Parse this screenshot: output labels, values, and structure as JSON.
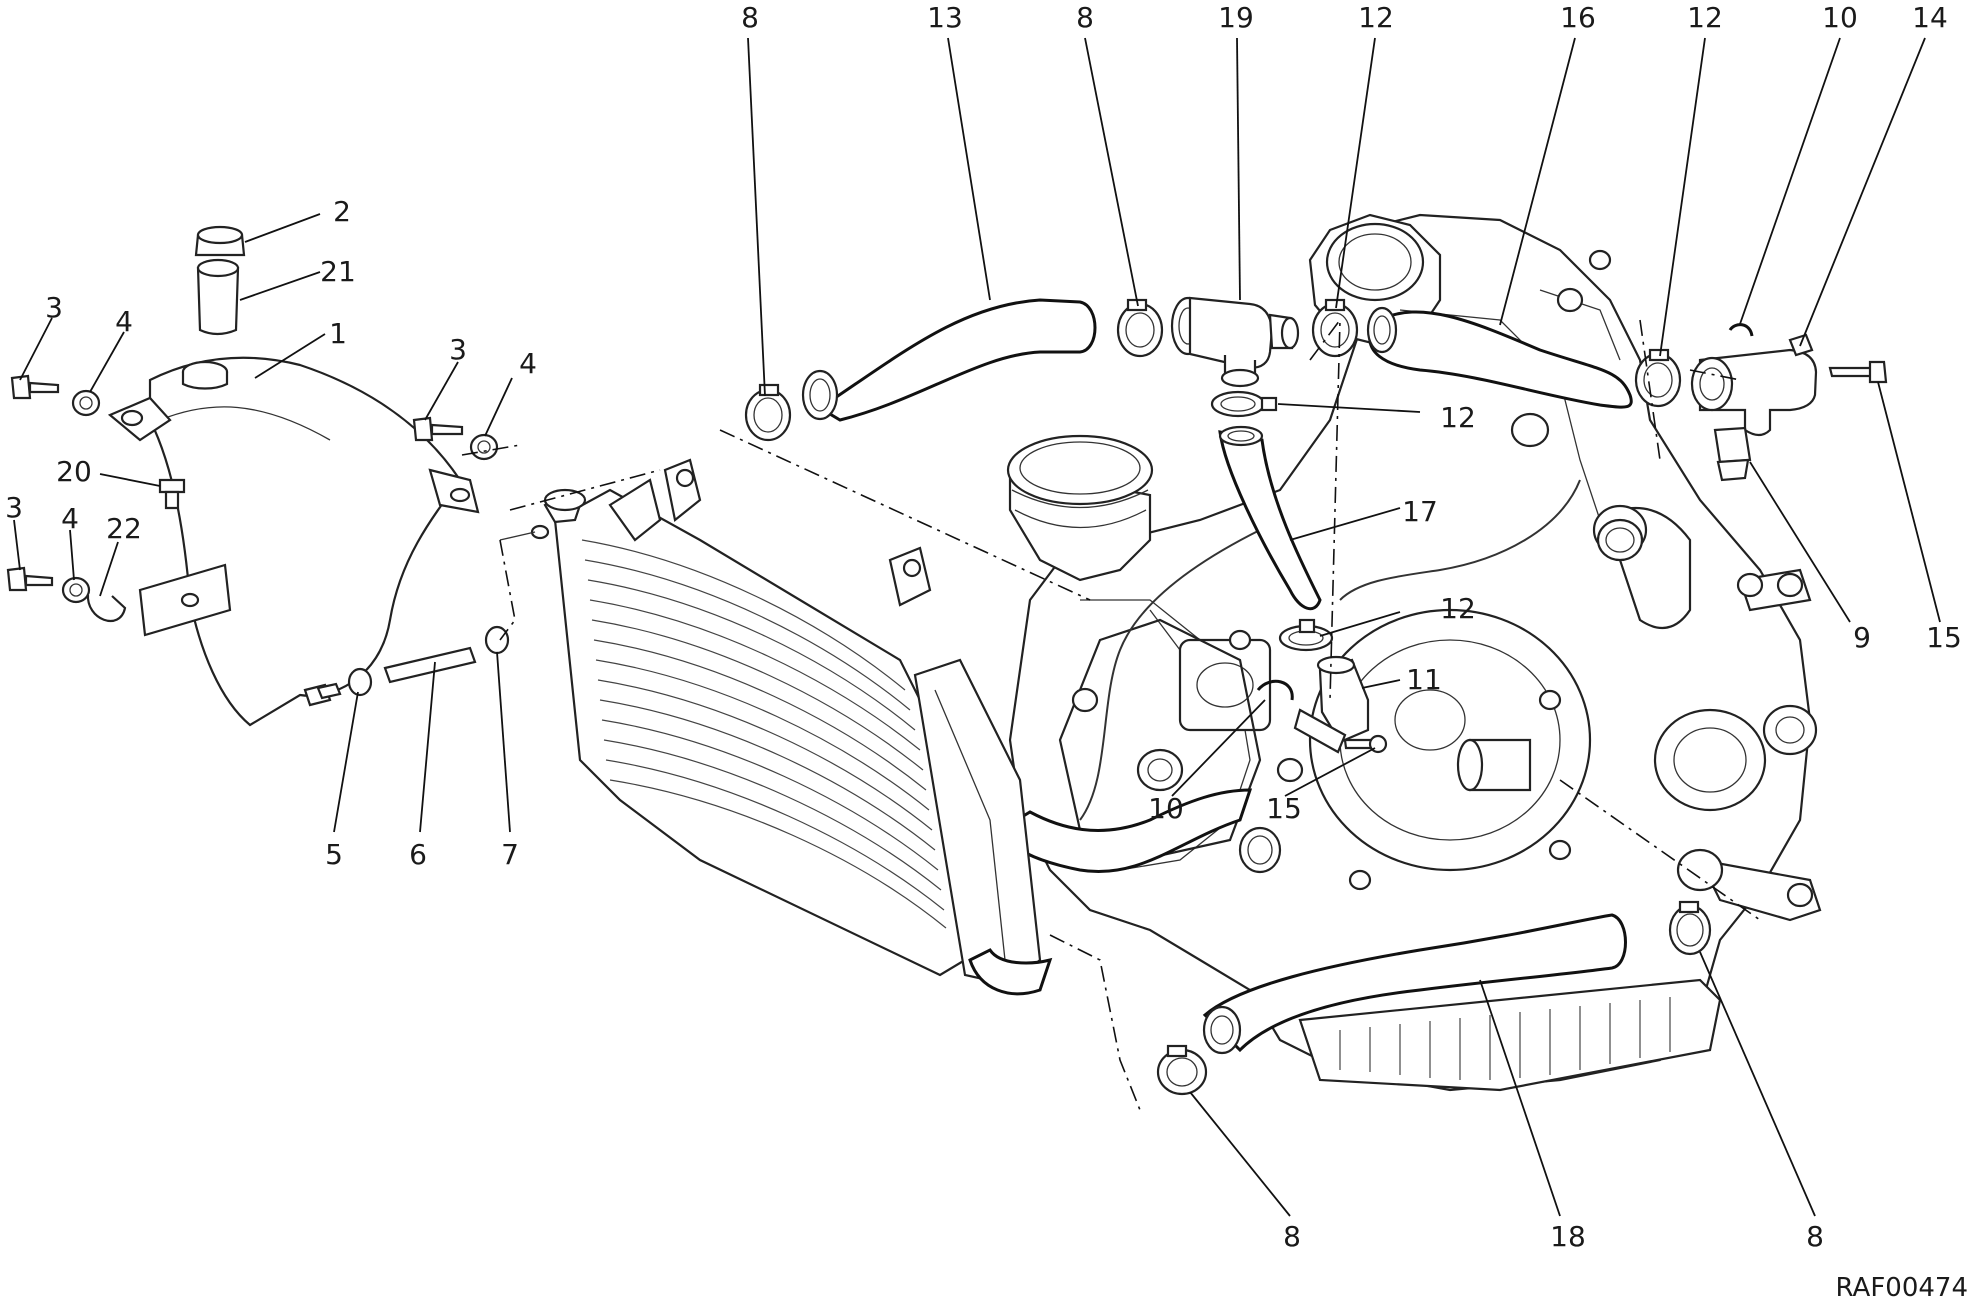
{
  "drawing_code": "RAF00474",
  "callouts": [
    {
      "id": "c8a",
      "text": "8"
    },
    {
      "id": "c13",
      "text": "13"
    },
    {
      "id": "c8b",
      "text": "8"
    },
    {
      "id": "c19",
      "text": "19"
    },
    {
      "id": "c12a",
      "text": "12"
    },
    {
      "id": "c16",
      "text": "16"
    },
    {
      "id": "c12b",
      "text": "12"
    },
    {
      "id": "c10a",
      "text": "10"
    },
    {
      "id": "c14",
      "text": "14"
    },
    {
      "id": "c2",
      "text": "2"
    },
    {
      "id": "c21",
      "text": "21"
    },
    {
      "id": "c1",
      "text": "1"
    },
    {
      "id": "c3a",
      "text": "3"
    },
    {
      "id": "c4a",
      "text": "4"
    },
    {
      "id": "c3b",
      "text": "3"
    },
    {
      "id": "c4b",
      "text": "4"
    },
    {
      "id": "c20",
      "text": "20"
    },
    {
      "id": "c3c",
      "text": "3"
    },
    {
      "id": "c4c",
      "text": "4"
    },
    {
      "id": "c22",
      "text": "22"
    },
    {
      "id": "c5",
      "text": "5"
    },
    {
      "id": "c6",
      "text": "6"
    },
    {
      "id": "c7",
      "text": "7"
    },
    {
      "id": "c12c",
      "text": "12"
    },
    {
      "id": "c17",
      "text": "17"
    },
    {
      "id": "c12d",
      "text": "12"
    },
    {
      "id": "c11",
      "text": "11"
    },
    {
      "id": "c10b",
      "text": "10"
    },
    {
      "id": "c15a",
      "text": "15"
    },
    {
      "id": "c9",
      "text": "9"
    },
    {
      "id": "c15b",
      "text": "15"
    },
    {
      "id": "c8c",
      "text": "8"
    },
    {
      "id": "c18",
      "text": "18"
    },
    {
      "id": "c8d",
      "text": "8"
    }
  ]
}
